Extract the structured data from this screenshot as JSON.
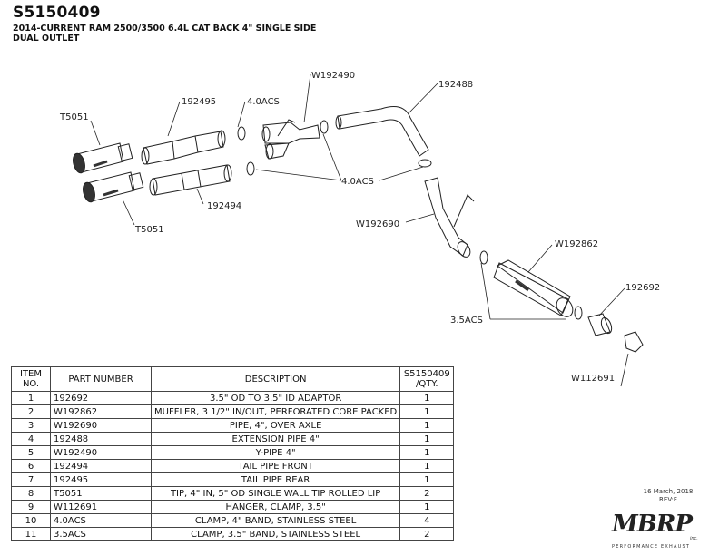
{
  "header": {
    "part_number": "S5150409",
    "subtitle_line1": "2014-CURRENT RAM 2500/3500 6.4L CAT BACK 4\" SINGLE SIDE",
    "subtitle_line2": "DUAL OUTLET"
  },
  "callouts": {
    "t5051_top": "T5051",
    "t5051_bottom": "T5051",
    "p192495": "192495",
    "acs_top": "4.0ACS",
    "w192490": "W192490",
    "p192488": "192488",
    "acs_mid": "4.0ACS",
    "p192494": "192494",
    "w192690": "W192690",
    "w192862": "W192862",
    "p192692": "192692",
    "acs35": "3.5ACS",
    "w112691": "W112691"
  },
  "bom": {
    "headers": {
      "item_line1": "ITEM",
      "item_line2": "NO.",
      "part": "PART NUMBER",
      "desc": "DESCRIPTION",
      "qty_line1": "S5150409",
      "qty_line2": "/QTY."
    },
    "rows": [
      {
        "item": "1",
        "part": "192692",
        "desc": "3.5\" OD TO 3.5\" ID ADAPTOR",
        "qty": "1"
      },
      {
        "item": "2",
        "part": "W192862",
        "desc": "MUFFLER, 3 1/2\" IN/OUT, PERFORATED CORE PACKED",
        "qty": "1"
      },
      {
        "item": "3",
        "part": "W192690",
        "desc": "PIPE, 4\", OVER AXLE",
        "qty": "1"
      },
      {
        "item": "4",
        "part": "192488",
        "desc": "EXTENSION PIPE 4\"",
        "qty": "1"
      },
      {
        "item": "5",
        "part": "W192490",
        "desc": "Y-PIPE 4\"",
        "qty": "1"
      },
      {
        "item": "6",
        "part": "192494",
        "desc": "TAIL PIPE FRONT",
        "qty": "1"
      },
      {
        "item": "7",
        "part": "192495",
        "desc": "TAIL PIPE REAR",
        "qty": "1"
      },
      {
        "item": "8",
        "part": "T5051",
        "desc": "TIP, 4\" IN, 5\" OD SINGLE WALL TIP ROLLED LIP",
        "qty": "2"
      },
      {
        "item": "9",
        "part": "W112691",
        "desc": "HANGER, CLAMP, 3.5\"",
        "qty": "1"
      },
      {
        "item": "10",
        "part": "4.0ACS",
        "desc": "CLAMP, 4\" BAND, STAINLESS STEEL",
        "qty": "4"
      },
      {
        "item": "11",
        "part": "3.5ACS",
        "desc": "CLAMP, 3.5\" BAND, STAINLESS STEEL",
        "qty": "2"
      }
    ]
  },
  "footer": {
    "date": "16 March, 2018",
    "revision": "REV:F",
    "logo_text": "MBRP",
    "logo_inc": "inc.",
    "logo_tagline": "PERFORMANCE EXHAUST"
  }
}
